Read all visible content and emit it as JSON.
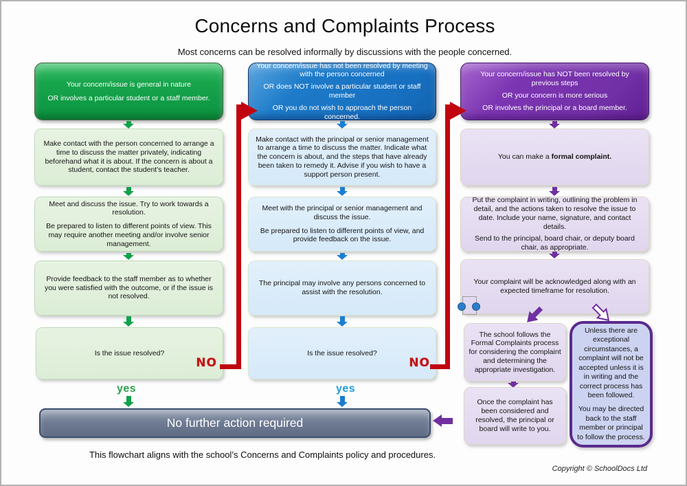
{
  "page": {
    "title": "Concerns and Complaints Process",
    "subtitle": "Most concerns can be resolved informally by discussions with the people concerned.",
    "footer": "This flowchart aligns with the school’s Concerns and Complaints policy and procedures.",
    "copyright": "Copyright © SchoolDocs Ltd"
  },
  "colors": {
    "informal_accent": "#12a14b",
    "management_accent": "#1b7ed0",
    "formal_accent": "#7030a0",
    "connector_red": "#c00510",
    "yes_green": "#2e9e4e",
    "yes_blue": "#1f9cd8",
    "no_red": "#c01616",
    "final_box_fill": "#707d94"
  },
  "columns": [
    {
      "name": "informal",
      "header": [
        "Your concern/issue is general in nature",
        "OR involves a particular student or a staff member."
      ],
      "steps": [
        {
          "paras": [
            "Make contact with the person concerned to arrange a time to discuss the matter privately, indicating beforehand what it is about. If the concern is about a student, contact the student's teacher."
          ]
        },
        {
          "paras": [
            "Meet and discuss the issue. Try to work towards a resolution.",
            "Be prepared to listen to different points of view. This may require another meeting and/or involve senior management."
          ]
        },
        {
          "paras": [
            "Provide feedback to the staff member as to whether you were satisfied with the outcome, or if the issue is not resolved."
          ]
        },
        {
          "paras": [
            "Is the issue resolved?"
          ]
        }
      ],
      "no": "NO",
      "yes": "yes"
    },
    {
      "name": "management",
      "header": [
        "Your concern/issue has not been resolved by meeting with the person concerned",
        "OR does NOT involve a particular student or staff member",
        "OR you do not wish to approach the person concerned."
      ],
      "steps": [
        {
          "paras": [
            "Make contact with the principal or senior management to arrange a time to discuss the matter. Indicate what the concern is about, and the steps that have already been taken to remedy it. Advise if you wish to have a support person present."
          ]
        },
        {
          "paras": [
            "Meet with the principal or senior management and discuss the issue.",
            "Be prepared to listen to different points of view, and provide feedback on the issue."
          ]
        },
        {
          "paras": [
            "The principal may involve any persons concerned to assist with the resolution."
          ]
        },
        {
          "paras": [
            "Is the issue resolved?"
          ]
        }
      ],
      "no": "NO",
      "yes": "yes"
    },
    {
      "name": "formal",
      "header": [
        "Your concern/issue has NOT been resolved by previous steps",
        "OR your concern is more serious",
        "OR involves the principal or a board member."
      ],
      "steps": [
        {
          "prefix": "You can make a ",
          "bold": "formal complaint."
        },
        {
          "paras": [
            "Put the complaint in writing, outlining the problem in detail, and the actions taken to resolve the issue to date. Include your name, signature, and contact details.",
            "Send to the principal, board chair, or deputy board chair, as appropriate."
          ]
        },
        {
          "paras": [
            "Your complaint will be acknowledged along with an expected timeframe for resolution."
          ]
        }
      ],
      "followup": {
        "paras": [
          "The school follows the Formal Complaints process for considering the complaint and determining the appropriate investigation."
        ]
      },
      "write_back": {
        "paras": [
          "Once the complaint has been considered and resolved, the principal or board will write to you."
        ]
      },
      "callout": {
        "paras": [
          "Unless there are exceptional circumstances, a complaint will not be accepted unless it is in writing and the correct process has been followed.",
          "You may be directed back to the staff member or principal to follow the process."
        ]
      }
    }
  ],
  "final_box": {
    "label": "No further action required"
  }
}
